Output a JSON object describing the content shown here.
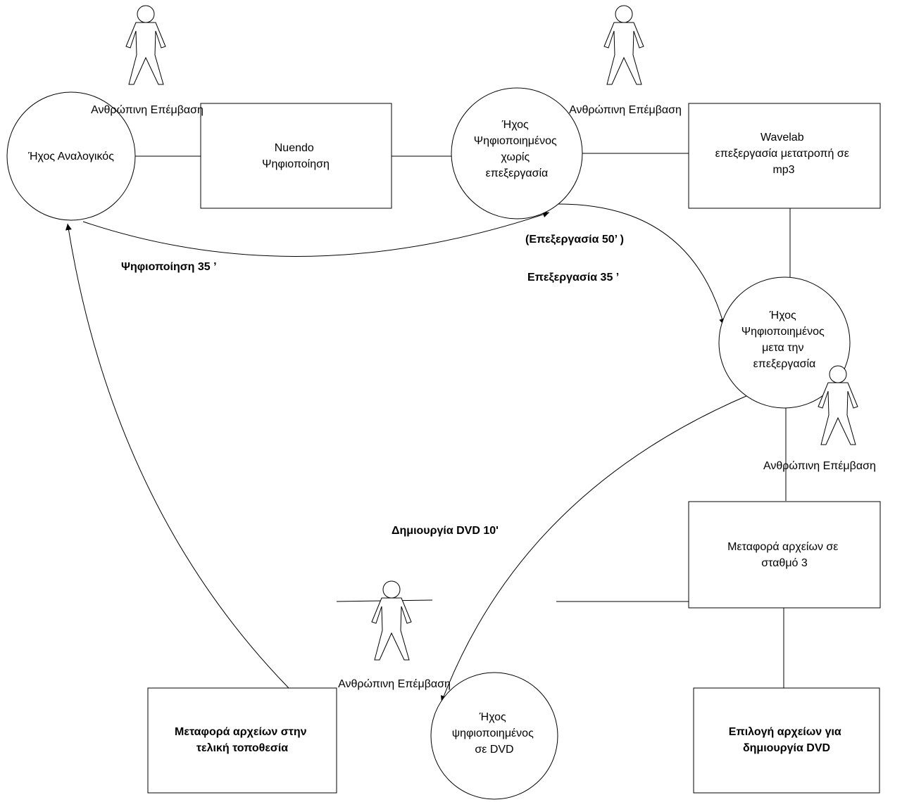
{
  "nodes": {
    "circle_analog": {
      "lines": [
        "Ήχος Αναλογικός"
      ]
    },
    "box_nuendo": {
      "lines": [
        "Nuendo",
        "Ψηφιοποίηση"
      ]
    },
    "circle_raw": {
      "lines": [
        "Ήχος",
        "Ψηφιοποιημένος",
        "χωρίς",
        "επεξεργασία"
      ]
    },
    "box_wavelab": {
      "lines": [
        "Wavelab",
        "επεξεργασία μετατροπή σε",
        "mp3"
      ]
    },
    "circle_processed": {
      "lines": [
        "Ήχος",
        "Ψηφιοποιημένος",
        "μετα την",
        "επεξεργασία"
      ]
    },
    "box_transfer_station": {
      "lines": [
        "Μεταφορά αρχείων σε",
        "σταθμό 3"
      ]
    },
    "box_select_files": {
      "lines": [
        "Επιλογή αρχείων για",
        "δημιουργία DVD"
      ]
    },
    "circle_dvd": {
      "lines": [
        "Ήχος",
        "ψηφιοποιημένος",
        "σε DVD"
      ]
    },
    "box_transfer_final": {
      "lines": [
        "Μεταφορά αρχείων στην",
        "τελική τοποθεσία"
      ]
    }
  },
  "actor_labels": {
    "actor1": "Ανθρώπινη Επέμβαση",
    "actor2": "Ανθρώπινη Επέμβαση",
    "actor3": "Ανθρώπινη Επέμβαση",
    "actor4": "Ανθρώπινη Επέμβαση"
  },
  "edge_labels": {
    "digitization": "Ψηφιοποίηση 35 ’",
    "processing50": "(Επεξεργασία 50’ )",
    "processing35": "Επεξεργασία 35 ’",
    "dvd_creation": "Δημιουργία DVD 10'"
  }
}
